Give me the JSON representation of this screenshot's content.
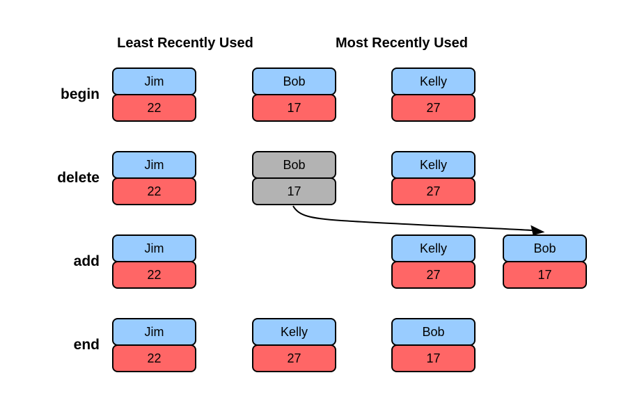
{
  "headers": {
    "lru": "Least Recently Used",
    "mru": "Most Recently Used"
  },
  "colors": {
    "name_fill": "#99CCFF",
    "value_fill": "#FF6666",
    "deleted_fill": "#B3B3B3",
    "border": "#000000",
    "arrow": "#000000"
  },
  "rows": [
    {
      "label": "begin",
      "cells": [
        {
          "col": 0,
          "name": "Jim",
          "value": "22",
          "state": "normal"
        },
        {
          "col": 1,
          "name": "Bob",
          "value": "17",
          "state": "normal"
        },
        {
          "col": 2,
          "name": "Kelly",
          "value": "27",
          "state": "normal"
        }
      ]
    },
    {
      "label": "delete",
      "cells": [
        {
          "col": 0,
          "name": "Jim",
          "value": "22",
          "state": "normal"
        },
        {
          "col": 1,
          "name": "Bob",
          "value": "17",
          "state": "deleted"
        },
        {
          "col": 2,
          "name": "Kelly",
          "value": "27",
          "state": "normal"
        }
      ]
    },
    {
      "label": "add",
      "cells": [
        {
          "col": 0,
          "name": "Jim",
          "value": "22",
          "state": "normal"
        },
        {
          "col": 2,
          "name": "Kelly",
          "value": "27",
          "state": "normal"
        },
        {
          "col": 3,
          "name": "Bob",
          "value": "17",
          "state": "normal"
        }
      ]
    },
    {
      "label": "end",
      "cells": [
        {
          "col": 0,
          "name": "Jim",
          "value": "22",
          "state": "normal"
        },
        {
          "col": 1,
          "name": "Kelly",
          "value": "27",
          "state": "normal"
        },
        {
          "col": 2,
          "name": "Bob",
          "value": "17",
          "state": "normal"
        }
      ]
    }
  ],
  "arrow": {
    "from": {
      "row": "delete",
      "col": 1,
      "entry": "Bob"
    },
    "to": {
      "row": "add",
      "col": 3,
      "entry": "Bob"
    }
  }
}
